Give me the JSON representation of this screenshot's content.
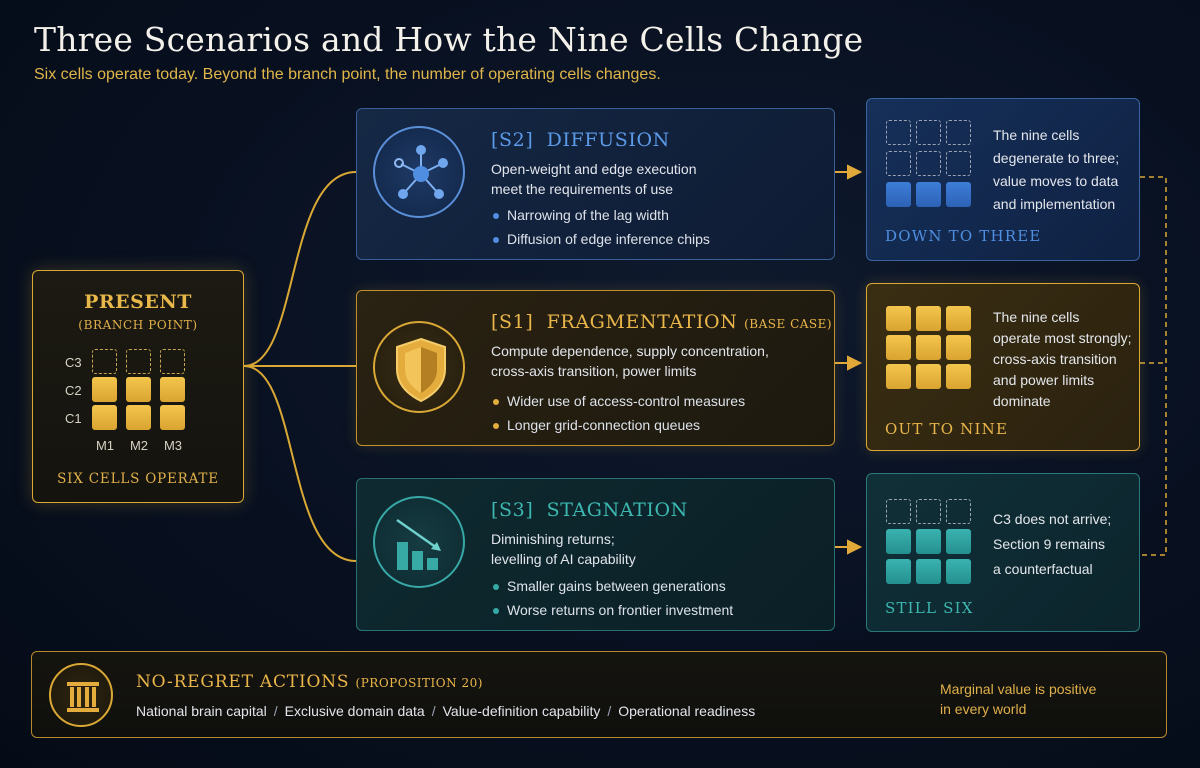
{
  "header": {
    "title": "Three Scenarios and How the Nine Cells Change",
    "subtitle": "Six cells operate today. Beyond the branch point, the number of operating cells changes."
  },
  "present": {
    "title": "PRESENT",
    "subtitle": "(BRANCH POINT)",
    "rows": [
      "C3",
      "C2",
      "C1"
    ],
    "cols": [
      "M1",
      "M2",
      "M3"
    ],
    "footer": "SIX CELLS OPERATE"
  },
  "scenarios": [
    {
      "tag": "[S2]",
      "name": "DIFFUSION",
      "suffix": "",
      "icon": "network-nodes-icon",
      "desc": [
        "Open-weight and edge execution",
        "meet the requirements of use"
      ],
      "bullets": [
        "Narrowing of the lag width",
        "Diffusion of edge inference chips"
      ]
    },
    {
      "tag": "[S1]",
      "name": "FRAGMENTATION",
      "suffix": "(BASE CASE)",
      "icon": "shield-icon",
      "desc": [
        "Compute dependence, supply concentration,",
        "cross-axis transition, power limits"
      ],
      "bullets": [
        "Wider use of access-control measures",
        "Longer grid-connection queues"
      ]
    },
    {
      "tag": "[S3]",
      "name": "STAGNATION",
      "suffix": "",
      "icon": "declining-bars-icon",
      "desc": [
        "Diminishing returns;",
        "levelling of AI capability"
      ],
      "bullets": [
        "Smaller gains between generations",
        "Worse returns on frontier investment"
      ]
    }
  ],
  "outcomes": [
    {
      "label": "DOWN TO THREE",
      "text": [
        "The nine cells",
        "degenerate to three;",
        "value moves to data",
        "and implementation"
      ]
    },
    {
      "label": "OUT TO NINE",
      "text": [
        "The nine cells",
        "operate most strongly;",
        "cross-axis transition",
        "and power limits",
        "dominate"
      ]
    },
    {
      "label": "STILL SIX",
      "text": [
        "C3 does not arrive;",
        "Section 9 remains",
        "a counterfactual"
      ]
    }
  ],
  "no_regret": {
    "title": "NO-REGRET ACTIONS",
    "suffix": "(PROPOSITION 20)",
    "items": [
      "National brain capital",
      "Exclusive domain data",
      "Value-definition capability",
      "Operational readiness"
    ],
    "separator": "/",
    "note": [
      "Marginal value is positive",
      "in every world"
    ],
    "icon": "pillar-icon"
  },
  "colors": {
    "gold": "#e3ac3c",
    "blue": "#4f8ee0",
    "teal": "#37aaa6",
    "background": "#081020"
  }
}
